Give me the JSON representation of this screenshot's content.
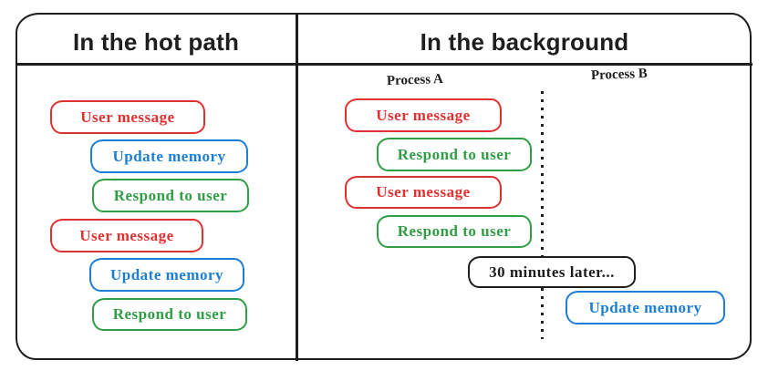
{
  "colors": {
    "red": "#e03131",
    "blue": "#1c7ed6",
    "green": "#2f9e44",
    "ink": "#1e1e1e"
  },
  "hot_path": {
    "title": "In the hot path",
    "boxes": [
      {
        "label": "User message",
        "color": "red"
      },
      {
        "label": "Update memory",
        "color": "blue"
      },
      {
        "label": "Respond to user",
        "color": "green"
      },
      {
        "label": "User message",
        "color": "red"
      },
      {
        "label": "Update memory",
        "color": "blue"
      },
      {
        "label": "Respond to user",
        "color": "green"
      }
    ]
  },
  "background": {
    "title": "In the background",
    "process_a": "Process A",
    "process_b": "Process B",
    "boxes": [
      {
        "label": "User message",
        "color": "red",
        "process": "A"
      },
      {
        "label": "Respond to user",
        "color": "green",
        "process": "A"
      },
      {
        "label": "User message",
        "color": "red",
        "process": "A"
      },
      {
        "label": "Respond to user",
        "color": "green",
        "process": "A"
      },
      {
        "label": "30 minutes later...",
        "color": "black",
        "process": "between"
      },
      {
        "label": "Update memory",
        "color": "blue",
        "process": "B"
      }
    ]
  }
}
